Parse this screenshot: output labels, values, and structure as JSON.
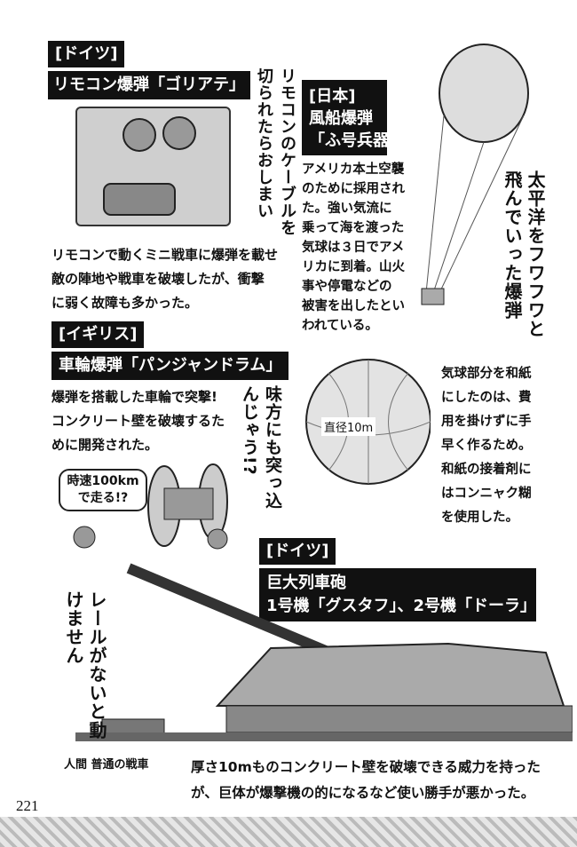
{
  "goliath": {
    "country": "[ドイツ]",
    "title": "リモコン爆弾「ゴリアテ」",
    "vertical": "リモコンのケーブルを切られたらおしまい",
    "body": [
      "リモコンで動くミニ戦車に爆弾を載せ",
      "敵の陣地や戦車を破壊したが、衝撃",
      "に弱く故障も多かった。"
    ]
  },
  "fugo": {
    "country": "[日本]",
    "title1": "風船爆弾",
    "title2": "「ふ号兵器」",
    "vertical": "太平洋をフワフワと飛んでいった爆弾",
    "body": [
      "アメリカ本土空襲",
      "のために採用され",
      "た。強い気流に",
      "乗って海を渡った",
      "気球は３日でアメ",
      "リカに到着。山火",
      "事や停電などの",
      "被害を出したとい",
      "われている。"
    ],
    "diameter_label": "直径10m",
    "body2": [
      "気球部分を和紙",
      "にしたのは、費",
      "用を掛けずに手",
      "早く作るため。",
      "和紙の接着剤に",
      "はコンニャク糊",
      "を使用した。"
    ]
  },
  "panjandrum": {
    "country": "[イギリス]",
    "title": "車輪爆弾「パンジャンドラム」",
    "vertical": "味方にも突っ込んじゃう!?",
    "body": [
      "爆弾を搭載した車輪で突撃!",
      "コンクリート壁を破壊するた",
      "めに開発された。"
    ],
    "bubble": [
      "時速100km",
      "で走る!?"
    ]
  },
  "gustav": {
    "country": "[ドイツ]",
    "title1": "巨大列車砲",
    "title2": "1号機「グスタフ」、2号機「ドーラ」",
    "vertical": "レールがないと動けません",
    "scale_label": "人間 普通の戦車",
    "body": [
      "厚さ10mものコンクリート壁を破壊できる威力を持った",
      "が、巨体が爆撃機の的になるなど使い勝手が悪かった。"
    ]
  },
  "page_number": "221"
}
